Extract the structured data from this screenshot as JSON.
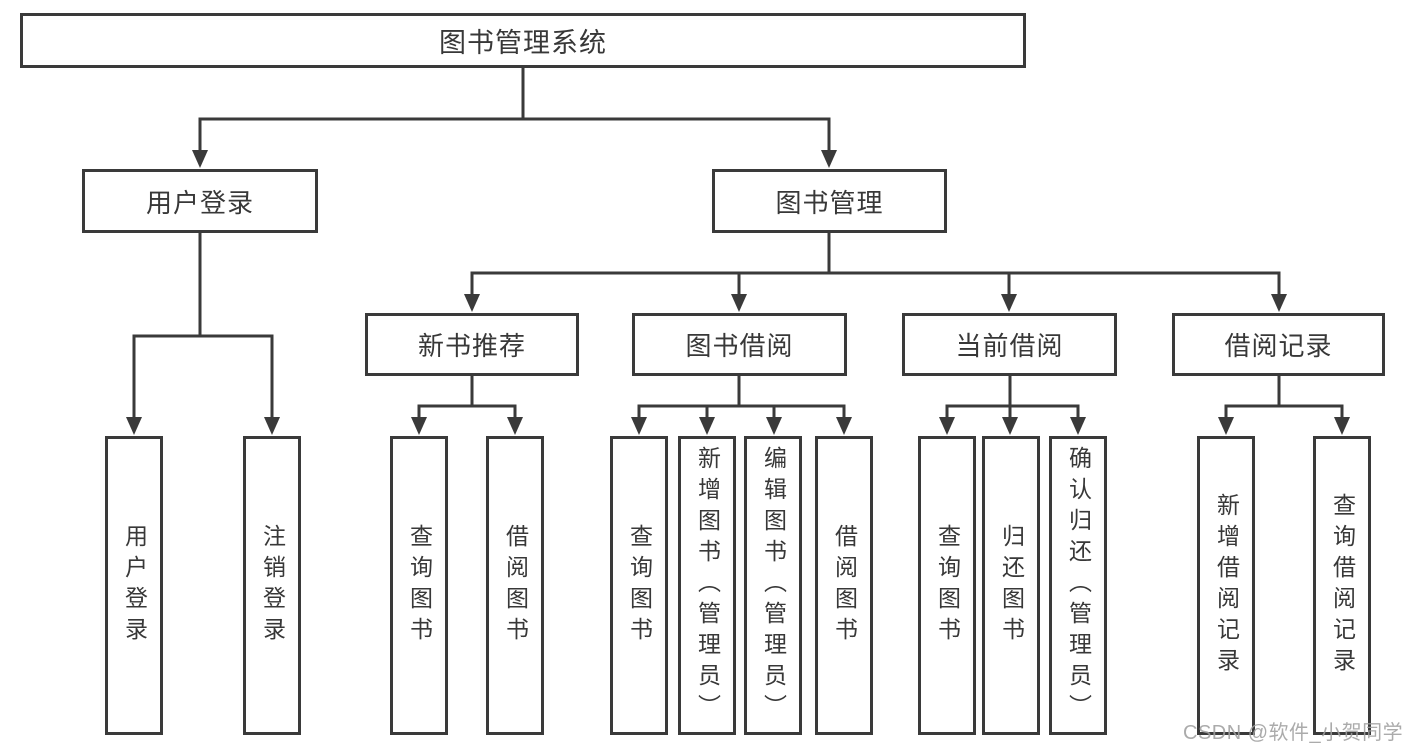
{
  "tree": {
    "root": {
      "label": "图书管理系统"
    },
    "branches": [
      {
        "label": "用户登录",
        "children": [
          {
            "label": "用户登录"
          },
          {
            "label": "注销登录"
          }
        ]
      },
      {
        "label": "图书管理",
        "children": [
          {
            "label": "新书推荐",
            "children": [
              {
                "label": "查询图书"
              },
              {
                "label": "借阅图书"
              }
            ]
          },
          {
            "label": "图书借阅",
            "children": [
              {
                "label": "查询图书"
              },
              {
                "label": "新增图书（管理员）"
              },
              {
                "label": "编辑图书（管理员）"
              },
              {
                "label": "借阅图书"
              }
            ]
          },
          {
            "label": "当前借阅",
            "children": [
              {
                "label": "查询图书"
              },
              {
                "label": "归还图书"
              },
              {
                "label": "确认归还（管理员）"
              }
            ]
          },
          {
            "label": "借阅记录",
            "children": [
              {
                "label": "新增借阅记录"
              },
              {
                "label": "查询借阅记录"
              }
            ]
          }
        ]
      }
    ]
  },
  "watermark": {
    "text": "CSDN @软件_小贺同学"
  },
  "colors": {
    "line": "#3a3a3a",
    "text": "#383838",
    "box_background": "#ffffff",
    "page_background": "#ffffff",
    "watermark": "#a0a0a0"
  }
}
